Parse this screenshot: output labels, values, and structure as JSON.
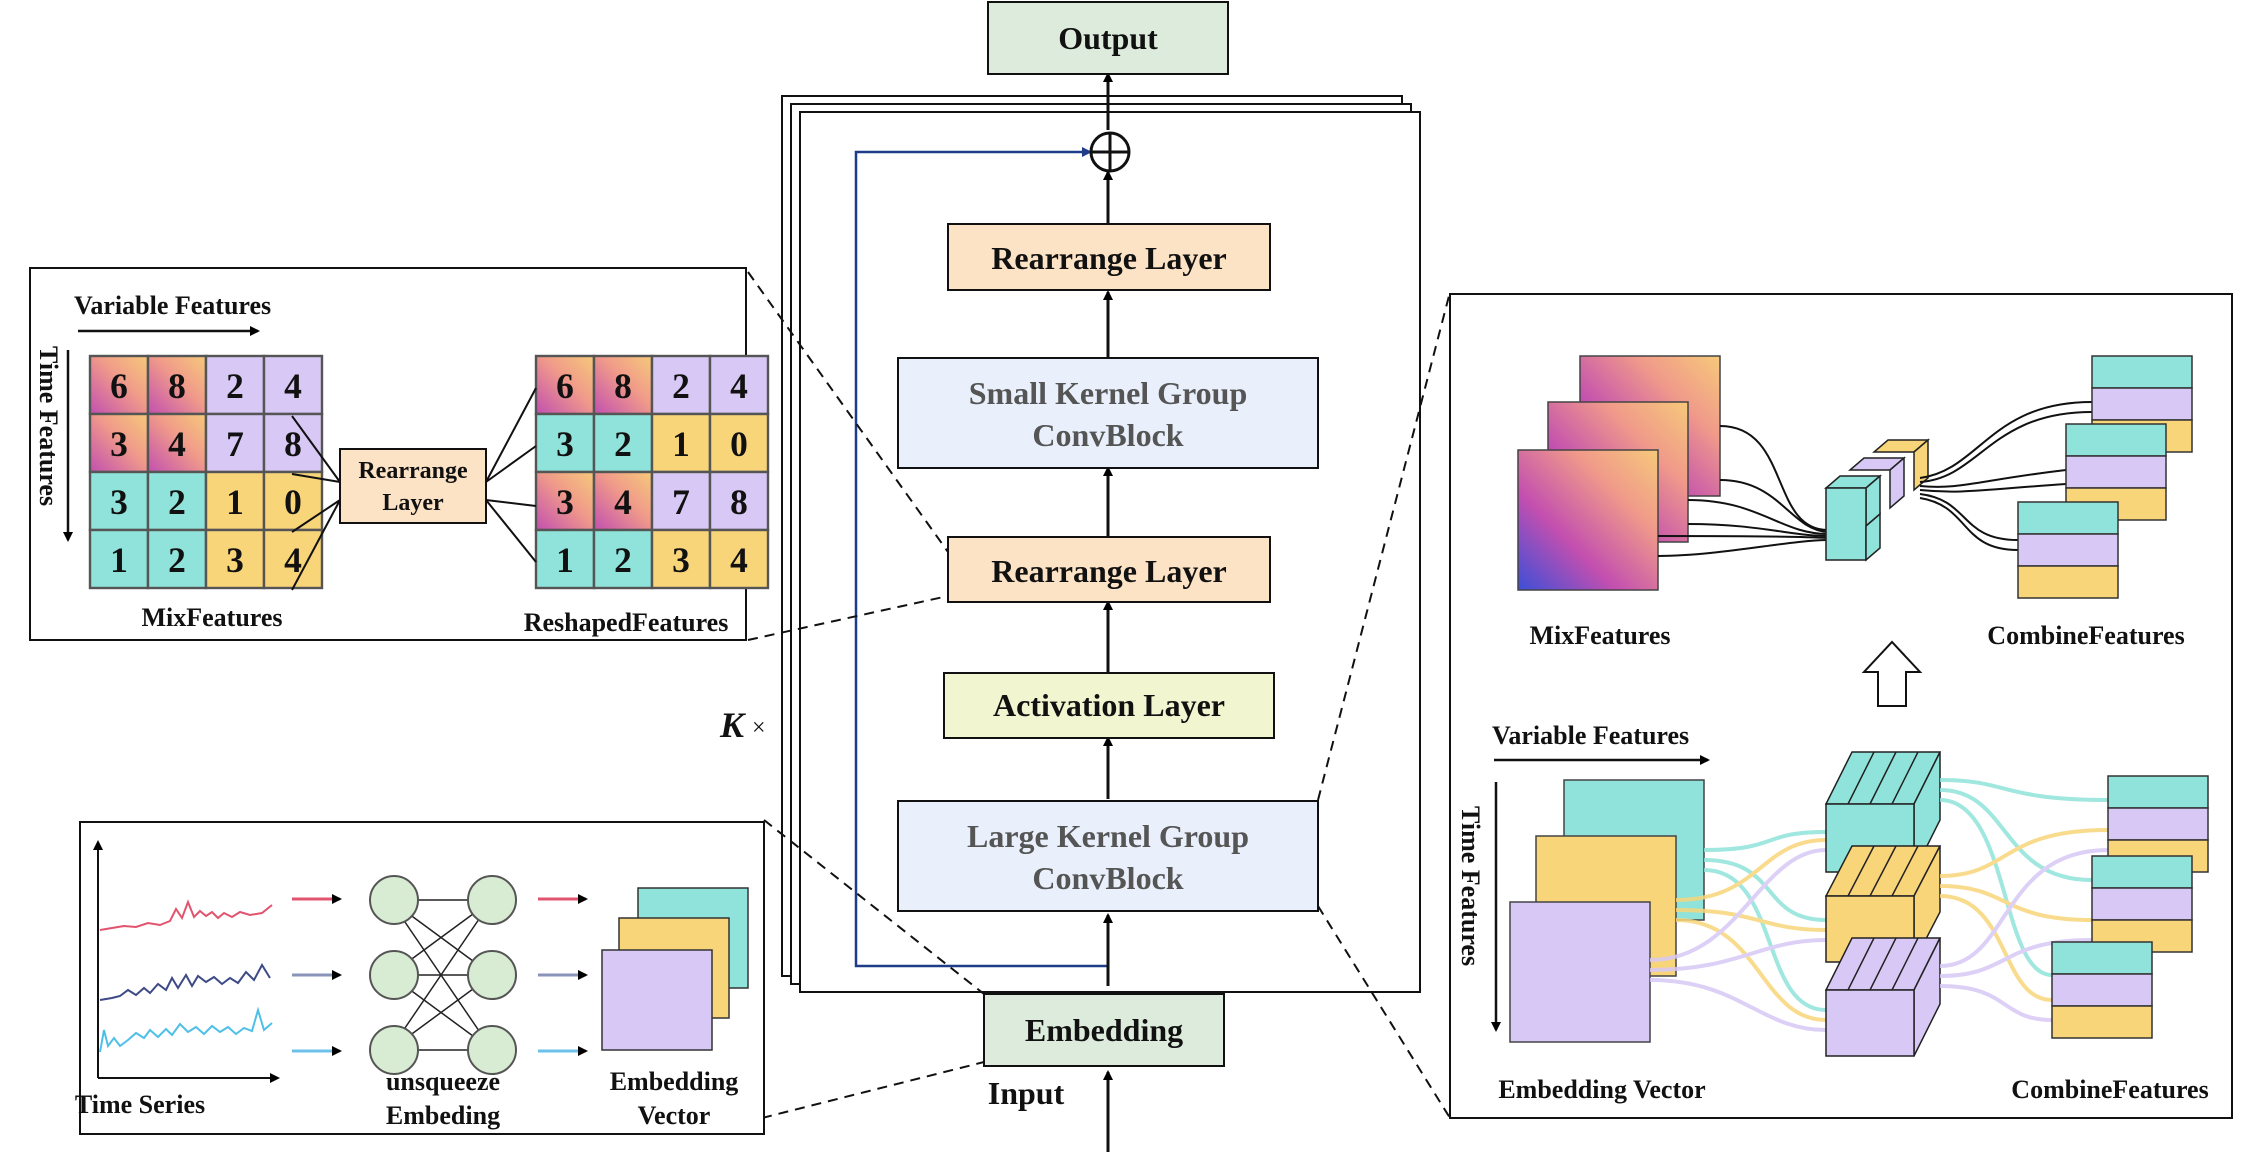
{
  "main": {
    "output": "Output",
    "rearrange_top": "Rearrange Layer",
    "small_kernel_line1": "Small Kernel Group",
    "small_kernel_line2": "ConvBlock",
    "rearrange_mid": "Rearrange Layer",
    "activation": "Activation Layer",
    "large_kernel_line1": "Large Kernel Group",
    "large_kernel_line2": "ConvBlock",
    "embedding": "Embedding",
    "input": "Input",
    "k_label": "K",
    "k_times": "×"
  },
  "rearrange_panel": {
    "variable_features": "Variable Features",
    "time_features": "Time Features",
    "mix_features": "MixFeatures",
    "reshaped_features": "ReshapedFeatures",
    "rearrange_line1": "Rearrange",
    "rearrange_line2": "Layer",
    "mix_grid": [
      [
        "6",
        "8",
        "2",
        "4"
      ],
      [
        "3",
        "4",
        "7",
        "8"
      ],
      [
        "3",
        "2",
        "1",
        "0"
      ],
      [
        "1",
        "2",
        "3",
        "4"
      ]
    ],
    "reshaped_grid": [
      [
        "6",
        "8",
        "2",
        "4"
      ],
      [
        "3",
        "2",
        "1",
        "0"
      ],
      [
        "3",
        "4",
        "7",
        "8"
      ],
      [
        "1",
        "2",
        "3",
        "4"
      ]
    ]
  },
  "embedding_panel": {
    "time_series": "Time Series",
    "unsqueeze_line1": "unsqueeze",
    "unsqueeze_line2": "Embeding",
    "embedding_line1": "Embedding",
    "embedding_line2": "Vector"
  },
  "conv_panel": {
    "mix_features": "MixFeatures",
    "combine_features_top": "CombineFeatures",
    "variable_features": "Variable Features",
    "time_features": "Time Features",
    "embedding_vector": "Embedding Vector",
    "combine_features_bottom": "CombineFeatures"
  },
  "colors": {
    "output_fill": "#dcebdc",
    "rearrange_fill": "#fde3c6",
    "conv_fill": "#e9f0fc",
    "activation_fill": "#f1f5d0",
    "embedding_fill": "#dcebdc",
    "teal": "#8fe3da",
    "yellow": "#f9d57a",
    "purple": "#d8c8f5",
    "pink": "#e2536e",
    "navy": "#3d4a86",
    "sky": "#4ec0e8",
    "skip_line": "#1f3c8a"
  }
}
